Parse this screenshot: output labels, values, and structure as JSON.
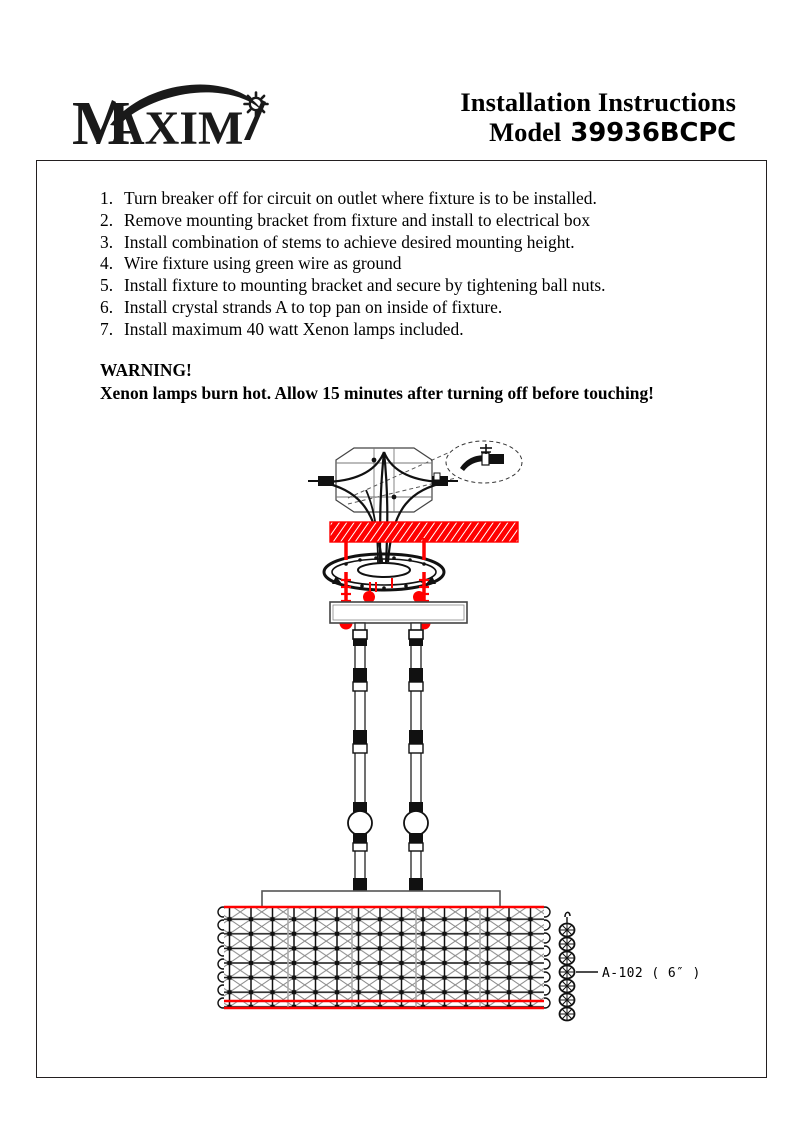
{
  "header": {
    "logo_alt": "MAXIM",
    "title": "Installation Instructions",
    "model_label": "Model",
    "model_number": "39936BCPC"
  },
  "instructions": {
    "steps": [
      {
        "num": "1.",
        "text": "Turn breaker off for circuit on outlet where fixture is to be installed."
      },
      {
        "num": "2.",
        "text": "Remove mounting bracket from fixture and install to electrical box"
      },
      {
        "num": "3.",
        "text": "Install combination of stems to achieve desired mounting height."
      },
      {
        "num": "4.",
        "text": "Wire fixture using green wire as ground"
      },
      {
        "num": "5.",
        "text": "Install fixture to mounting bracket and secure by tightening ball nuts."
      },
      {
        "num": "6.",
        "text": "Install crystal strands A to top pan on inside of fixture."
      },
      {
        "num": "7.",
        "text": "Install maximum 40 watt Xenon lamps included."
      }
    ]
  },
  "warning": {
    "heading": "WARNING!",
    "body": "Xenon lamps burn hot.    Allow 15 minutes after turning off before touching!"
  },
  "diagram": {
    "crystal_strand_label": "A-102   ( 6″ )",
    "colors": {
      "accent_red": "#ff0000",
      "line_black": "#000000",
      "line_gray": "#555555",
      "border": "#231f20"
    }
  }
}
